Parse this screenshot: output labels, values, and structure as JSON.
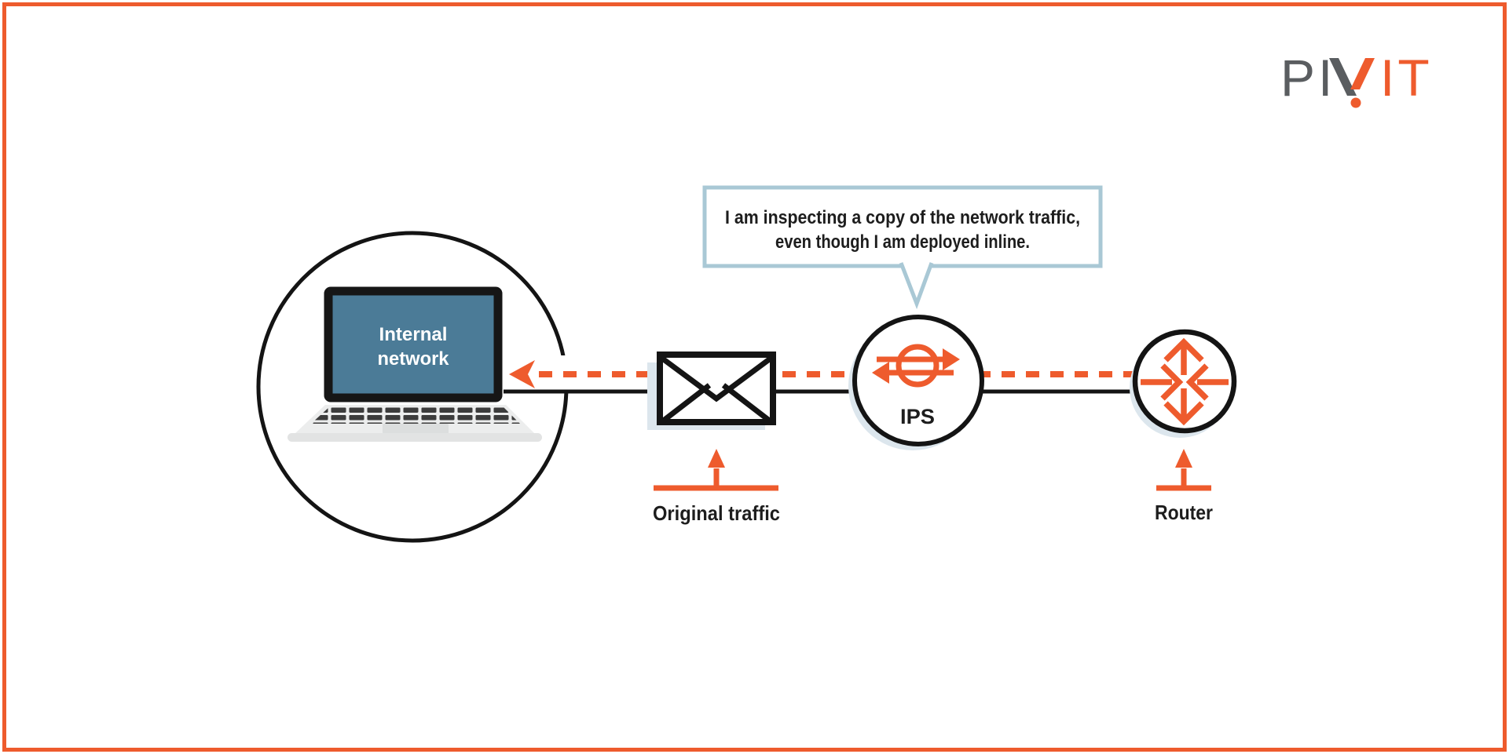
{
  "logo": {
    "text": "PIVIT",
    "gray_part": "PI",
    "orange_part": "IT"
  },
  "speech_bubble": {
    "line1": "I am inspecting a copy of the network traffic,",
    "line2": "even though I am deployed inline."
  },
  "nodes": {
    "internal_network": {
      "label_line1": "Internal",
      "label_line2": "network"
    },
    "ips": {
      "label": "IPS"
    },
    "router": {
      "label": "Router"
    },
    "original_traffic": {
      "label": "Original traffic"
    }
  },
  "colors": {
    "accent_orange": "#ee5b2d",
    "line_black": "#141414",
    "screen_blue": "#4b7b97",
    "bubble_border": "#a9c8d5",
    "node_shadow": "#dce6ed",
    "logo_gray": "#5a5d60"
  }
}
